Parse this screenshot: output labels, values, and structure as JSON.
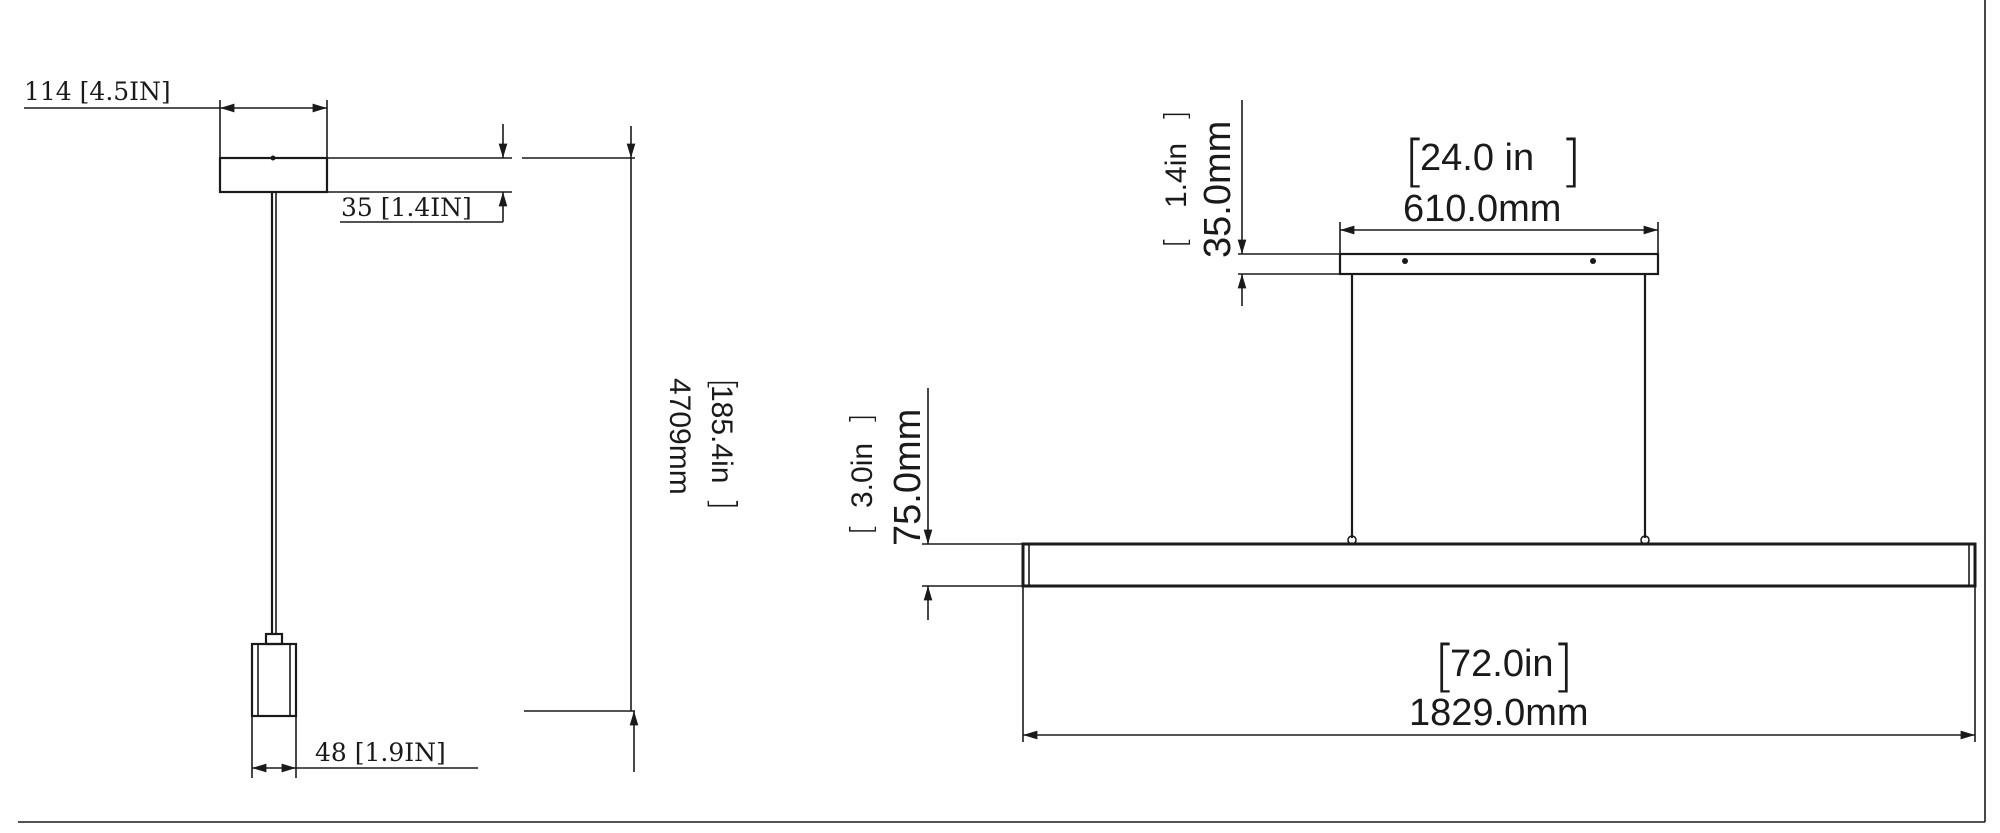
{
  "left_view": {
    "canopy_width": "114 [4.5IN]",
    "canopy_height": "35 [1.4IN]",
    "shade_width": "48 [1.9IN]",
    "overall_height_mm": "4709mm",
    "overall_height_in": "185.4in"
  },
  "right_view": {
    "canopy_width_in": "24.0  in",
    "canopy_width_mm": "610.0mm",
    "canopy_height_in": "1.4in",
    "canopy_height_mm": "35.0mm",
    "fixture_height_in": "3.0in",
    "fixture_height_mm": "75.0mm",
    "fixture_length_in": "72.0in",
    "fixture_length_mm": "1829.0mm"
  }
}
